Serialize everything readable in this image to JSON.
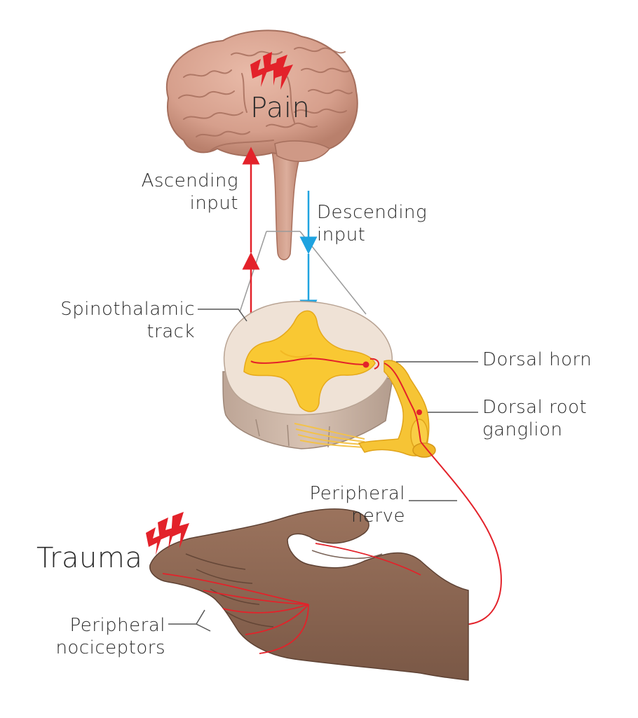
{
  "brain_label": "Pain",
  "labels": {
    "ascending_line1": "Ascending",
    "ascending_line2": "input",
    "descending_line1": "Descending",
    "descending_line2": "input",
    "spinothalamic_line1": "Spinothalamic",
    "spinothalamic_line2": "track",
    "dorsal_horn": "Dorsal horn",
    "drg_line1": "Dorsal root",
    "drg_line2": "ganglion",
    "peripheral_nerve_line1": "Peripheral",
    "peripheral_nerve_line2": "nerve",
    "trauma": "Trauma",
    "nociceptors_line1": "Peripheral",
    "nociceptors_line2": "nociceptors"
  },
  "colors": {
    "pain_signal": "#e3222a",
    "descending_signal": "#1fa3e0",
    "brain": "#d9a290",
    "spinal_white_matter": "#efe2d6",
    "gray_matter": "#f9c833",
    "skin": "#8a6450",
    "leader_line": "#555555"
  },
  "icons": [
    "lightning-bolt-icon"
  ]
}
